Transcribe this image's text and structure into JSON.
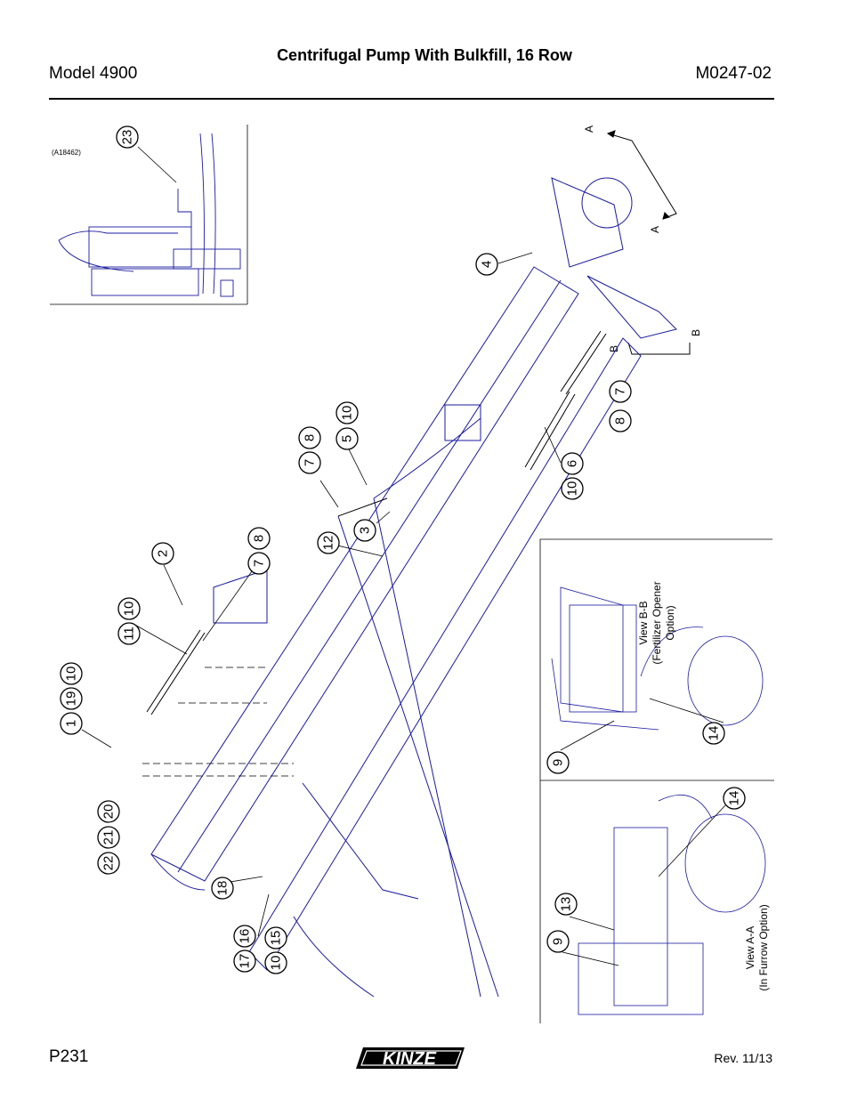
{
  "header": {
    "title": "Centrifugal Pump With Bulkfill, 16 Row",
    "model": "Model 4900",
    "doc_number": "M0247-02"
  },
  "figure": {
    "id": "(A18462)",
    "section_a": "A",
    "section_b": "B",
    "view_bb": [
      "View B-B",
      "(Fertilizer Opener",
      "Option)"
    ],
    "view_aa": [
      "View A-A",
      "(In Furrow Option)"
    ]
  },
  "callouts": {
    "c23": "23",
    "c4": "4",
    "c8a": "8",
    "c7a": "7",
    "c6": "6",
    "c10a": "10",
    "c10b": "10",
    "c5": "5",
    "c8b": "8",
    "c7b": "7",
    "c3": "3",
    "c12": "12",
    "c8c": "8",
    "c7c": "7",
    "c2": "2",
    "c10c": "10",
    "c11": "11",
    "c10d": "10",
    "c19": "19",
    "c1": "1",
    "c20": "20",
    "c21": "21",
    "c22": "22",
    "c18": "18",
    "c16": "16",
    "c17": "17",
    "c15": "15",
    "c10e": "10",
    "c14a": "14",
    "c9a": "9",
    "c14b": "14",
    "c13": "13",
    "c9b": "9"
  },
  "footer": {
    "page": "P231",
    "brand": "KINZE",
    "revision": "Rev. 11/13"
  }
}
